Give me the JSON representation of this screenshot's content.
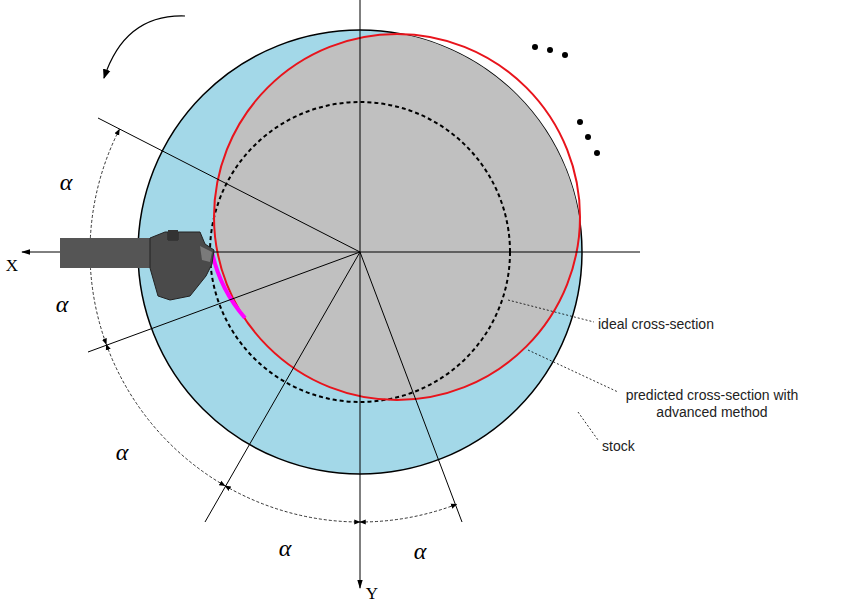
{
  "diagram": {
    "labels": [
      "X",
      "Y",
      "α",
      "α",
      "α",
      "α",
      "α",
      "ideal cross-section",
      "predicted cross-section with advanced method",
      "stock"
    ]
  }
}
